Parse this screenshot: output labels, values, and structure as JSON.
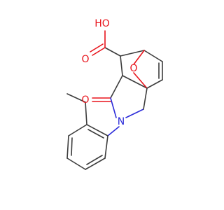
{
  "molecule": {
    "atoms": {
      "hydroxyl": "HO",
      "carbonyl_acid_oxygen": "O",
      "bridge_oxygen": "O",
      "lactam_oxygen": "O",
      "lactam_nitrogen": "N"
    },
    "colors": {
      "bond": "#3c3c3c",
      "oxygen": "#e8141c",
      "nitrogen": "#2b2bd9",
      "background": "#ffffff"
    }
  }
}
